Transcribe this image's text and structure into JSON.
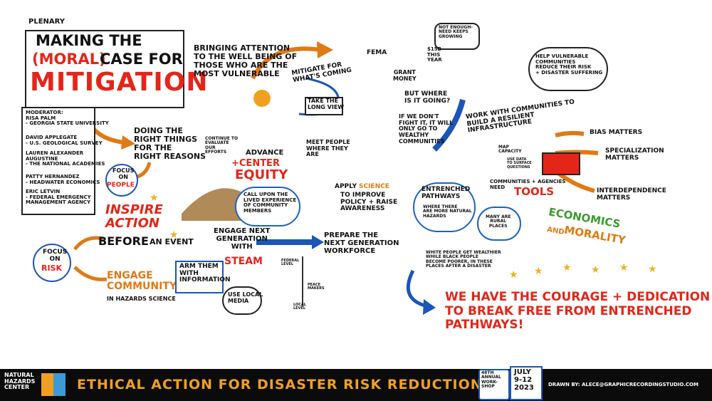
{
  "header": {
    "plenary": "PLENARY",
    "title_line1": "MAKING THE",
    "title_moral": "(MORAL)",
    "title_case": "CASE FOR",
    "title_line3": "MITIGATION",
    "subtitle": "BRINGING ATTENTION\nTO THE WELL BEING OF\nTHOSE WHO ARE THE\nMOST VULNERABLE"
  },
  "panel": {
    "moderator": "MODERATOR:\nRISA PALM\n- GEORGIA STATE UNIVERSITY",
    "p1": "DAVID APPLEGATE\n- U.S. GEOLOGICAL SURVEY",
    "p2": "LAUREN ALEXANDER\nAUGUSTINE\n- THE NATIONAL ACADEMIES",
    "p3": "PATTY HERNANDEZ\n- HEADWATER ECONOMICS",
    "p4": "ERIC LETVIN\n- FEDERAL EMERGENCY\nMANAGEMENT AGENCY"
  },
  "left": {
    "right_things": "DOING THE\nRIGHT THINGS\nFOR THE\nRIGHT REASONS",
    "focus_on": "FOCUS\nON",
    "people": "PEOPLE",
    "inspire": "INSPIRE\nACTION",
    "before": "BEFORE",
    "an_event": "AN EVENT",
    "focus_risk_on": "FOCUS\nON",
    "risk": "RISK",
    "engage": "ENGAGE\nCOMMUNITY",
    "hazards_science": "IN HAZARDS SCIENCE",
    "arm": "ARM THEM\nWITH\nINFORMATION",
    "local_media": "USE LOCAL\nMEDIA"
  },
  "middle": {
    "continue": "CONTINUE TO\nEVALUATE\nOUR\nEFFORTS",
    "advance": "ADVANCE",
    "center": "+CENTER",
    "equity": "EQUITY",
    "lived": "CALL UPON THE\nLIVED EXPERIENCE\nOF COMMUNITY\nMEMBERS",
    "engage_next": "ENGAGE NEXT\nGENERATION\nWITH",
    "steam": "STEAM",
    "federal": "FEDERAL\nLEVEL",
    "peace": "PEACE\nMAKERS",
    "local": "LOCAL\nLEVEL",
    "mitigate": "MITIGATE FOR\nWHAT'S COMING",
    "long_view": "TAKE THE\nLONG VIEW",
    "meet": "MEET PEOPLE\nWHERE THEY\nARE",
    "apply": "APPLY",
    "science": "SCIENCE",
    "to_improve": "TO IMPROVE\nPOLICY + RAISE\nAWARENESS",
    "prepare": "PREPARE THE\nNEXT GENERATION\nWORKFORCE"
  },
  "right": {
    "fema": "FEMA",
    "not_enough": "NOT ENOUGH-\nNEED KEEPS\nGROWING",
    "fifteen_b": "$15B\nTHIS\nYEAR",
    "grant": "GRANT\nMONEY",
    "but_where": "BUT WHERE\nIS IT GOING?",
    "if_we": "IF WE DON'T\nFIGHT IT, IT WILL\nONLY GO TO\nWEALTHY\nCOMMUNITIES",
    "work_with": "WORK WITH COMMUNITIES TO\nBUILD A RESILIENT\nINFRASTRUCTURE",
    "help": "HELP VULNERABLE\nCOMMUNITIES\nREDUCE THEIR RISK\n+ DISASTER SUFFERING",
    "map": "MAP\nCAPACITY",
    "use_data": "USE DATA\nTO SURFACE\nQUESTIONS",
    "communities_need": "COMMUNITIES + AGENCIES\nNEED",
    "tools": "TOOLS",
    "bias": "BIAS MATTERS",
    "specialization": "SPECIALIZATION\nMATTERS",
    "interdependence": "INTERDEPENDENCE\nMATTERS",
    "economics": "ECONOMICS",
    "and": "AND",
    "morality": "MORALITY",
    "entrenched": "ENTRENCHED\nPATHWAYS",
    "where_there": "WHERE THERE\nARE MORE NATURAL\nHAZARDS",
    "rural": "MANY ARE\nRURAL\nPLACES",
    "white": "WHITE PEOPLE GET WEALTHIER\nWHILE BLACK PEOPLE\nBECOME POORER, IN THESE\nPLACES AFTER A DISASTER",
    "courage": "WE HAVE THE COURAGE + DEDICATION\nTO BREAK FREE FROM ENTRENCHED\nPATHWAYS!"
  },
  "footer": {
    "org": "NATURAL\nHAZARDS\nCENTER",
    "banner": "ETHICAL ACTION FOR DISASTER RISK REDUCTION",
    "annual": "48TH\nANNUAL\nWORK-\nSHOP",
    "dates": "JULY\n9-12\n2023",
    "drawn_by": "DRAWN BY: ALECE@GRAPHICRECORDINGSTUDIO.COM"
  },
  "colors": {
    "orange": "#e07a14",
    "red": "#e32619",
    "blue": "#1c55b8",
    "green": "#3b9a2a",
    "footer_bg": "#0b0b0b"
  }
}
